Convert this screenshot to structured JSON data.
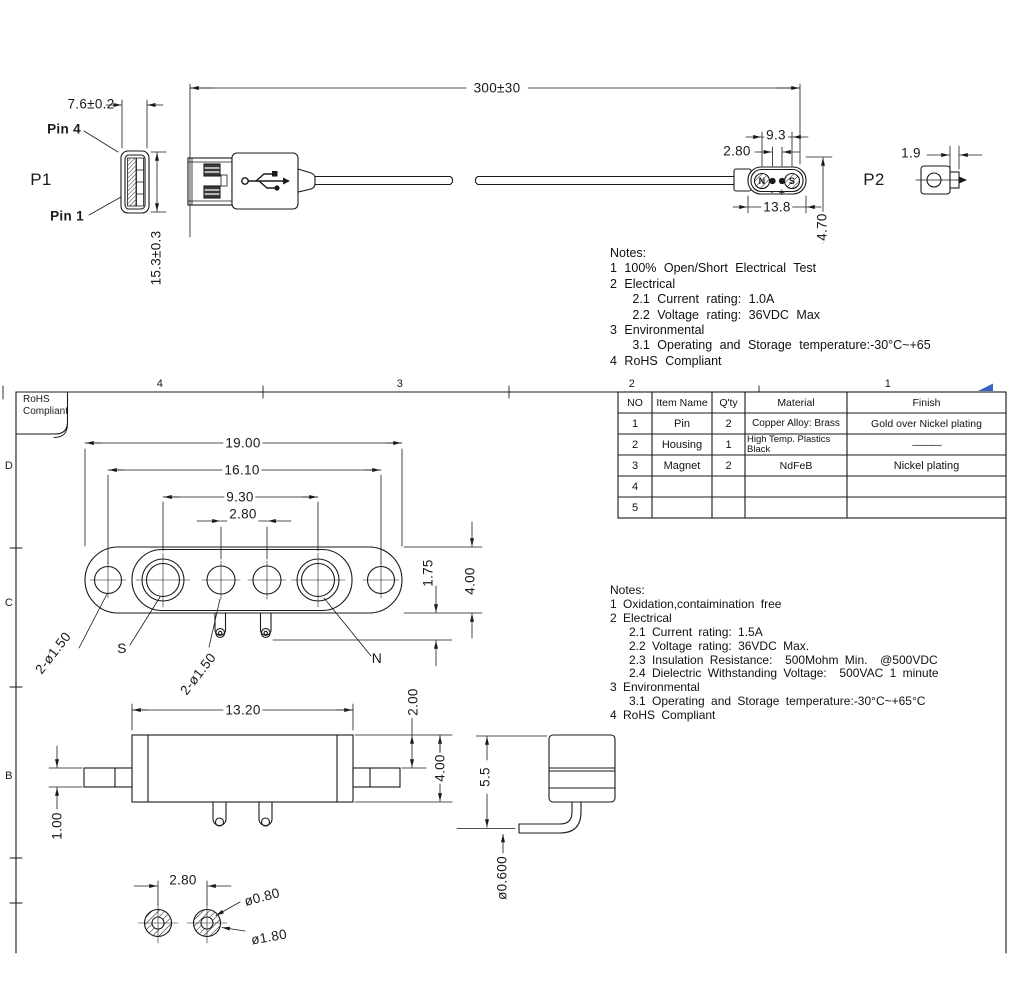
{
  "top_drawing": {
    "p1": {
      "label": "P1",
      "pin4": "Pin 4",
      "pin1": "Pin 1",
      "dim_width": "7.6±0.2",
      "dim_height": "15.3±0.3"
    },
    "cable": {
      "dim_length": "300±30"
    },
    "p2": {
      "label": "P2",
      "dim_magnet_pitch": "9.3",
      "dim_pin_pitch": "2.80",
      "dim_width": "13.8",
      "dim_height": "4.70",
      "dim_tab": "1.9",
      "magnet_n": "N",
      "magnet_s": "S",
      "polarity_minus": "-",
      "polarity_plus": "+"
    }
  },
  "notes_top": {
    "title": "Notes:",
    "lines": [
      "1 100% Open/Short Electrical Test",
      "2 Electrical",
      "   2.1 Current rating: 1.0A",
      "   2.2 Voltage rating: 36VDC Max",
      "3 Environmental",
      "   3.1 Operating and Storage temperature:-30°C~+65",
      "4 RoHS Compliant"
    ]
  },
  "bom_table": {
    "headers": [
      "NO",
      "Item Name",
      "Q'ty",
      "Material",
      "Finish"
    ],
    "rows": [
      [
        "1",
        "Pin",
        "2",
        "Copper Alloy: Brass",
        "Gold over Nickel plating"
      ],
      [
        "2",
        "Housing",
        "1",
        "High Temp. Plastics Black",
        "———"
      ],
      [
        "3",
        "Magnet",
        "2",
        "NdFeB",
        "Nickel plating"
      ],
      [
        "4",
        "",
        "",
        "",
        ""
      ],
      [
        "5",
        "",
        "",
        "",
        ""
      ]
    ]
  },
  "notes_mid": {
    "title": "Notes:",
    "lines": [
      "1 Oxidation,contaimination free",
      "2 Electrical",
      "   2.1 Current rating: 1.5A",
      "   2.2 Voltage rating: 36VDC Max.",
      "   2.3 Insulation Resistance:  500Mohm Min.  @500VDC",
      "   2.4 Dielectric Withstanding Voltage:  500VAC 1 minute",
      "3 Environmental",
      "   3.1 Operating and Storage temperature:-30°C~+65°C",
      "4 RoHS Compliant"
    ]
  },
  "front_view": {
    "dim_overall": "19.00",
    "dim_hole_pitch": "16.10",
    "dim_magnet_pitch": "9.30",
    "dim_pin_pitch": "2.80",
    "dim_step": "1.75",
    "dim_height": "4.00",
    "label_s": "S",
    "label_n": "N",
    "hole_dia_a": "2-ø1.50",
    "hole_dia_b": "2-ø1.50"
  },
  "side_view": {
    "dim_width": "13.20",
    "dim_top": "2.00",
    "dim_height": "4.00",
    "dim_tab": "1.00"
  },
  "pin_detail": {
    "dim_pitch": "2.80",
    "dia_inner": "ø0.80",
    "dia_outer": "ø1.80"
  },
  "profile_view": {
    "dim_height": "5.5",
    "dia_wire": "ø0.600"
  },
  "frame": {
    "rohs_line1": "RoHS",
    "rohs_line2": "Compliant",
    "cols": [
      "4",
      "3",
      "2",
      "1"
    ],
    "rows": [
      "D",
      "C",
      "B"
    ]
  }
}
